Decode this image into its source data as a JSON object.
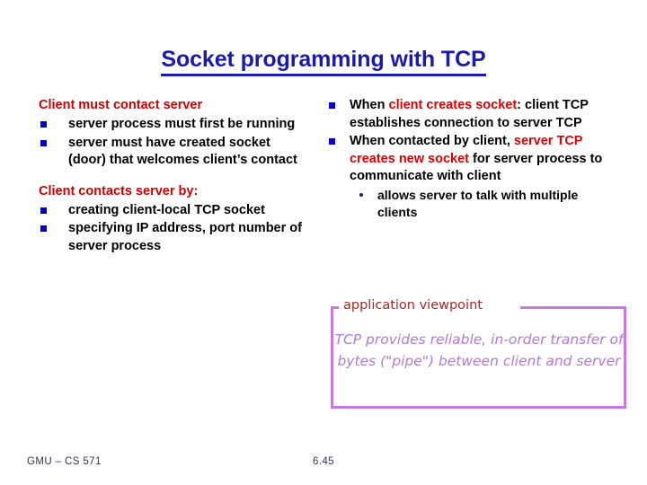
{
  "slide": {
    "title": "Socket programming with TCP",
    "background_color": "#ffffff",
    "title_color": "#1a1ab0",
    "heading_color": "#cc0000",
    "bullet_color": "#0000cc",
    "accent_purple": "#cc77dd",
    "accent_darkred": "#a8281e"
  },
  "left_column": {
    "section1": {
      "heading": "Client must contact server",
      "bullets": [
        "server process must first be running",
        "server must have created socket (door) that welcomes client’s contact"
      ]
    },
    "section2": {
      "heading": "Client contacts server by:",
      "bullets": [
        "creating client-local TCP socket",
        "specifying IP address, port number of server process"
      ]
    }
  },
  "right_column": {
    "bullet1": {
      "pre": "When ",
      "highlight": "client creates socket",
      "post": ": client TCP establishes connection to server TCP"
    },
    "bullet2": {
      "pre": "When contacted by client, ",
      "highlight": "server TCP creates new socket",
      "post": " for server process to communicate with client"
    },
    "sub_bullet": "allows server to talk with multiple clients"
  },
  "viewpoint_box": {
    "label": "application viewpoint",
    "text": "TCP provides reliable, in-order transfer of bytes (\"pipe\") between client and server"
  },
  "footer": {
    "course": "GMU – CS 571",
    "page": "6.45"
  }
}
